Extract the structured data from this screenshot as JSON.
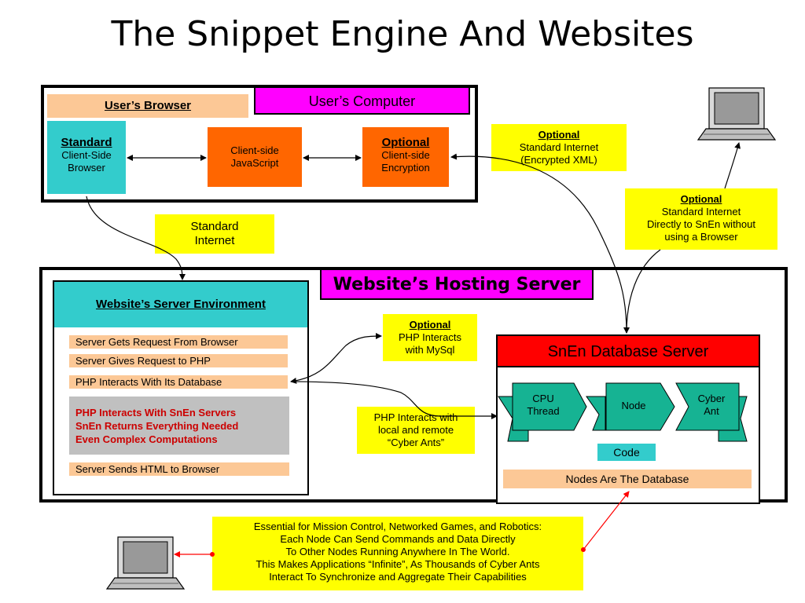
{
  "title": "The Snippet Engine And Websites",
  "users_computer": {
    "label": "User’s Computer",
    "browser_label": "User’s Browser",
    "standard": {
      "heading": "Standard",
      "line1": "Client-Side",
      "line2": "Browser"
    },
    "javascript": {
      "line1": "Client-side",
      "line2": "JavaScript"
    },
    "optional": {
      "heading": "Optional",
      "line1": "Client-side",
      "line2": "Encryption"
    }
  },
  "callouts": {
    "encrypted_xml": {
      "heading": "Optional",
      "line1": "Standard Internet",
      "line2": "(Encrypted XML)"
    },
    "direct_snen": {
      "heading": "Optional",
      "line1": "Standard Internet",
      "line2": "Directly to SnEn without",
      "line3": "using a Browser"
    },
    "standard_internet": {
      "line1": "Standard",
      "line2": "Internet"
    },
    "php_mysql": {
      "heading": "Optional",
      "line1": "PHP Interacts",
      "line2": "with MySql"
    },
    "cyber_ants": {
      "line1": "PHP Interacts with",
      "line2": "local and remote",
      "line3": "“Cyber Ants”"
    },
    "mission_control": {
      "line1": "Essential for Mission Control, Networked Games, and Robotics:",
      "line2": "Each Node Can Send Commands and Data Directly",
      "line3": "To Other Nodes Running Anywhere In The World.",
      "line4": "This Makes Applications “Infinite”, As Thousands of Cyber Ants",
      "line5": "Interact To Synchronize and Aggregate Their Capabilities"
    }
  },
  "hosting_server": {
    "label": "Website’s Hosting Server",
    "environment": {
      "heading": "Website’s Server Environment",
      "step1": "Server Gets Request From Browser",
      "step2": "Server Gives Request to PHP",
      "step3": "PHP Interacts With Its Database",
      "snen_line1": "PHP Interacts With SnEn Servers",
      "snen_line2": "SnEn Returns Everything Needed",
      "snen_line3": "Even Complex Computations",
      "step5": "Server Sends HTML to Browser"
    },
    "database_server": {
      "header": "SnEn  Database Server",
      "cpu": {
        "line1": "CPU",
        "line2": "Thread"
      },
      "node": "Node",
      "cyber": {
        "line1": "Cyber",
        "line2": "Ant"
      },
      "code": "Code",
      "footer": "Nodes Are The Database"
    }
  },
  "colors": {
    "magenta": "#ff00ff",
    "peach": "#fcc896",
    "teal": "#33cccc",
    "orange": "#ff6600",
    "yellow": "#ffff00",
    "red": "#ff0000",
    "banner_green": "#16b393",
    "gray": "#c0c0c0",
    "dark_red_text": "#cc0000"
  },
  "icons": [
    "laptop-icon-top-right",
    "laptop-icon-bottom-left"
  ]
}
